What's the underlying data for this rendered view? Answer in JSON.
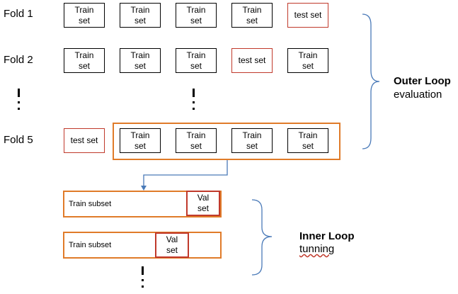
{
  "folds": [
    {
      "label": "Fold 1",
      "boxes": [
        "Train\nset",
        "Train\nset",
        "Train\nset",
        "Train\nset",
        "test set"
      ]
    },
    {
      "label": "Fold 2",
      "boxes": [
        "Train\nset",
        "Train\nset",
        "Train\nset",
        "test set",
        "Train\nset"
      ]
    },
    {
      "label": "Fold 5",
      "boxes": [
        "test set",
        "Train\nset",
        "Train\nset",
        "Train\nset",
        "Train\nset"
      ]
    }
  ],
  "inner_rows": [
    {
      "subset_label": "Train subset",
      "val_label": "Val\nset"
    },
    {
      "subset_label": "Train subset",
      "val_label": "Val\nset"
    }
  ],
  "outer_loop": {
    "title": "Outer Loop",
    "subtitle": "evaluation"
  },
  "inner_loop": {
    "title": "Inner Loop",
    "subtitle": "tunning"
  },
  "colors": {
    "test_border": "#c0392b",
    "highlight": "#e07b29",
    "connector": "#4a7ab8"
  }
}
